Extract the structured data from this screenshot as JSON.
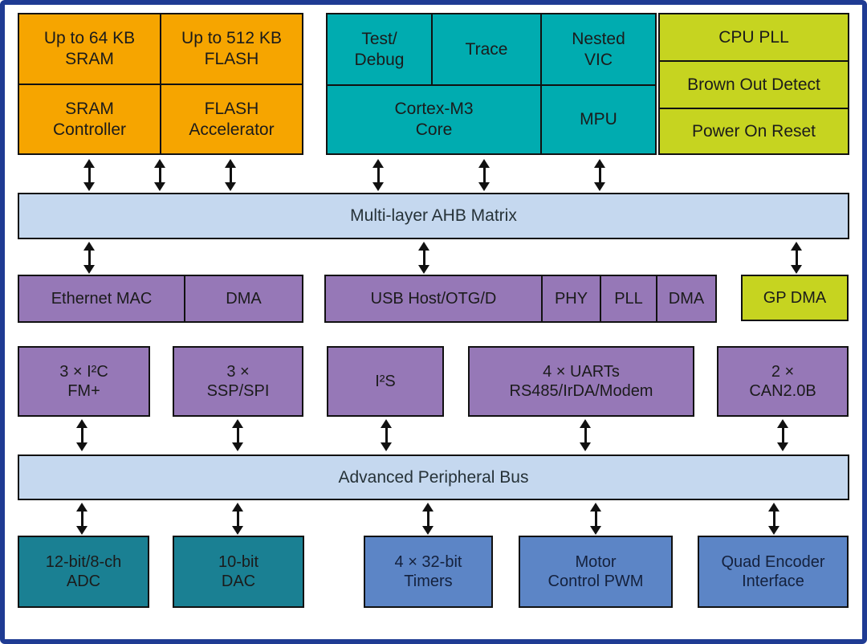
{
  "diagram": {
    "type": "microcontroller-block-diagram",
    "colors": {
      "frame_navy": "#1f3b93",
      "memory_orange": "#f6a500",
      "core_teal": "#00acb0",
      "clock_lime": "#c6d420",
      "bus_light_blue": "#c5d8ef",
      "peripheral_purple": "#9678b7",
      "analog_dark_teal": "#1a8093",
      "timer_steel_blue": "#5c85c6",
      "line_black": "#111111"
    }
  },
  "blocks": {
    "sram": "Up to 64 KB\nSRAM",
    "flash": "Up to 512 KB\nFLASH",
    "sram_controller": "SRAM\nController",
    "flash_accelerator": "FLASH\nAccelerator",
    "test_debug": "Test/\nDebug",
    "trace": "Trace",
    "nested_vic": "Nested\nVIC",
    "cortex_core": "Cortex-M3\nCore",
    "mpu": "MPU",
    "cpu_pll": "CPU PLL",
    "brown_out_detect": "Brown Out Detect",
    "power_on_reset": "Power On Reset",
    "ethernet_mac": "Ethernet MAC",
    "ethernet_dma": "DMA",
    "usb_host": "USB Host/OTG/D",
    "usb_phy": "PHY",
    "usb_pll": "PLL",
    "usb_dma": "DMA",
    "gp_dma": "GP DMA",
    "i2c": "3 × I²C\nFM+",
    "ssp_spi": "3 ×\nSSP/SPI",
    "i2s": "I²S",
    "uarts": "4 × UARTs\nRS485/IrDA/Modem",
    "can": "2 ×\nCAN2.0B",
    "adc": "12-bit/8-ch\nADC",
    "dac": "10-bit\nDAC",
    "timers": "4 × 32-bit\nTimers",
    "motor_pwm": "Motor\nControl PWM",
    "quad_encoder": "Quad Encoder\nInterface"
  },
  "buses": {
    "ahb": "Multi-layer AHB Matrix",
    "apb": "Advanced Peripheral Bus"
  }
}
